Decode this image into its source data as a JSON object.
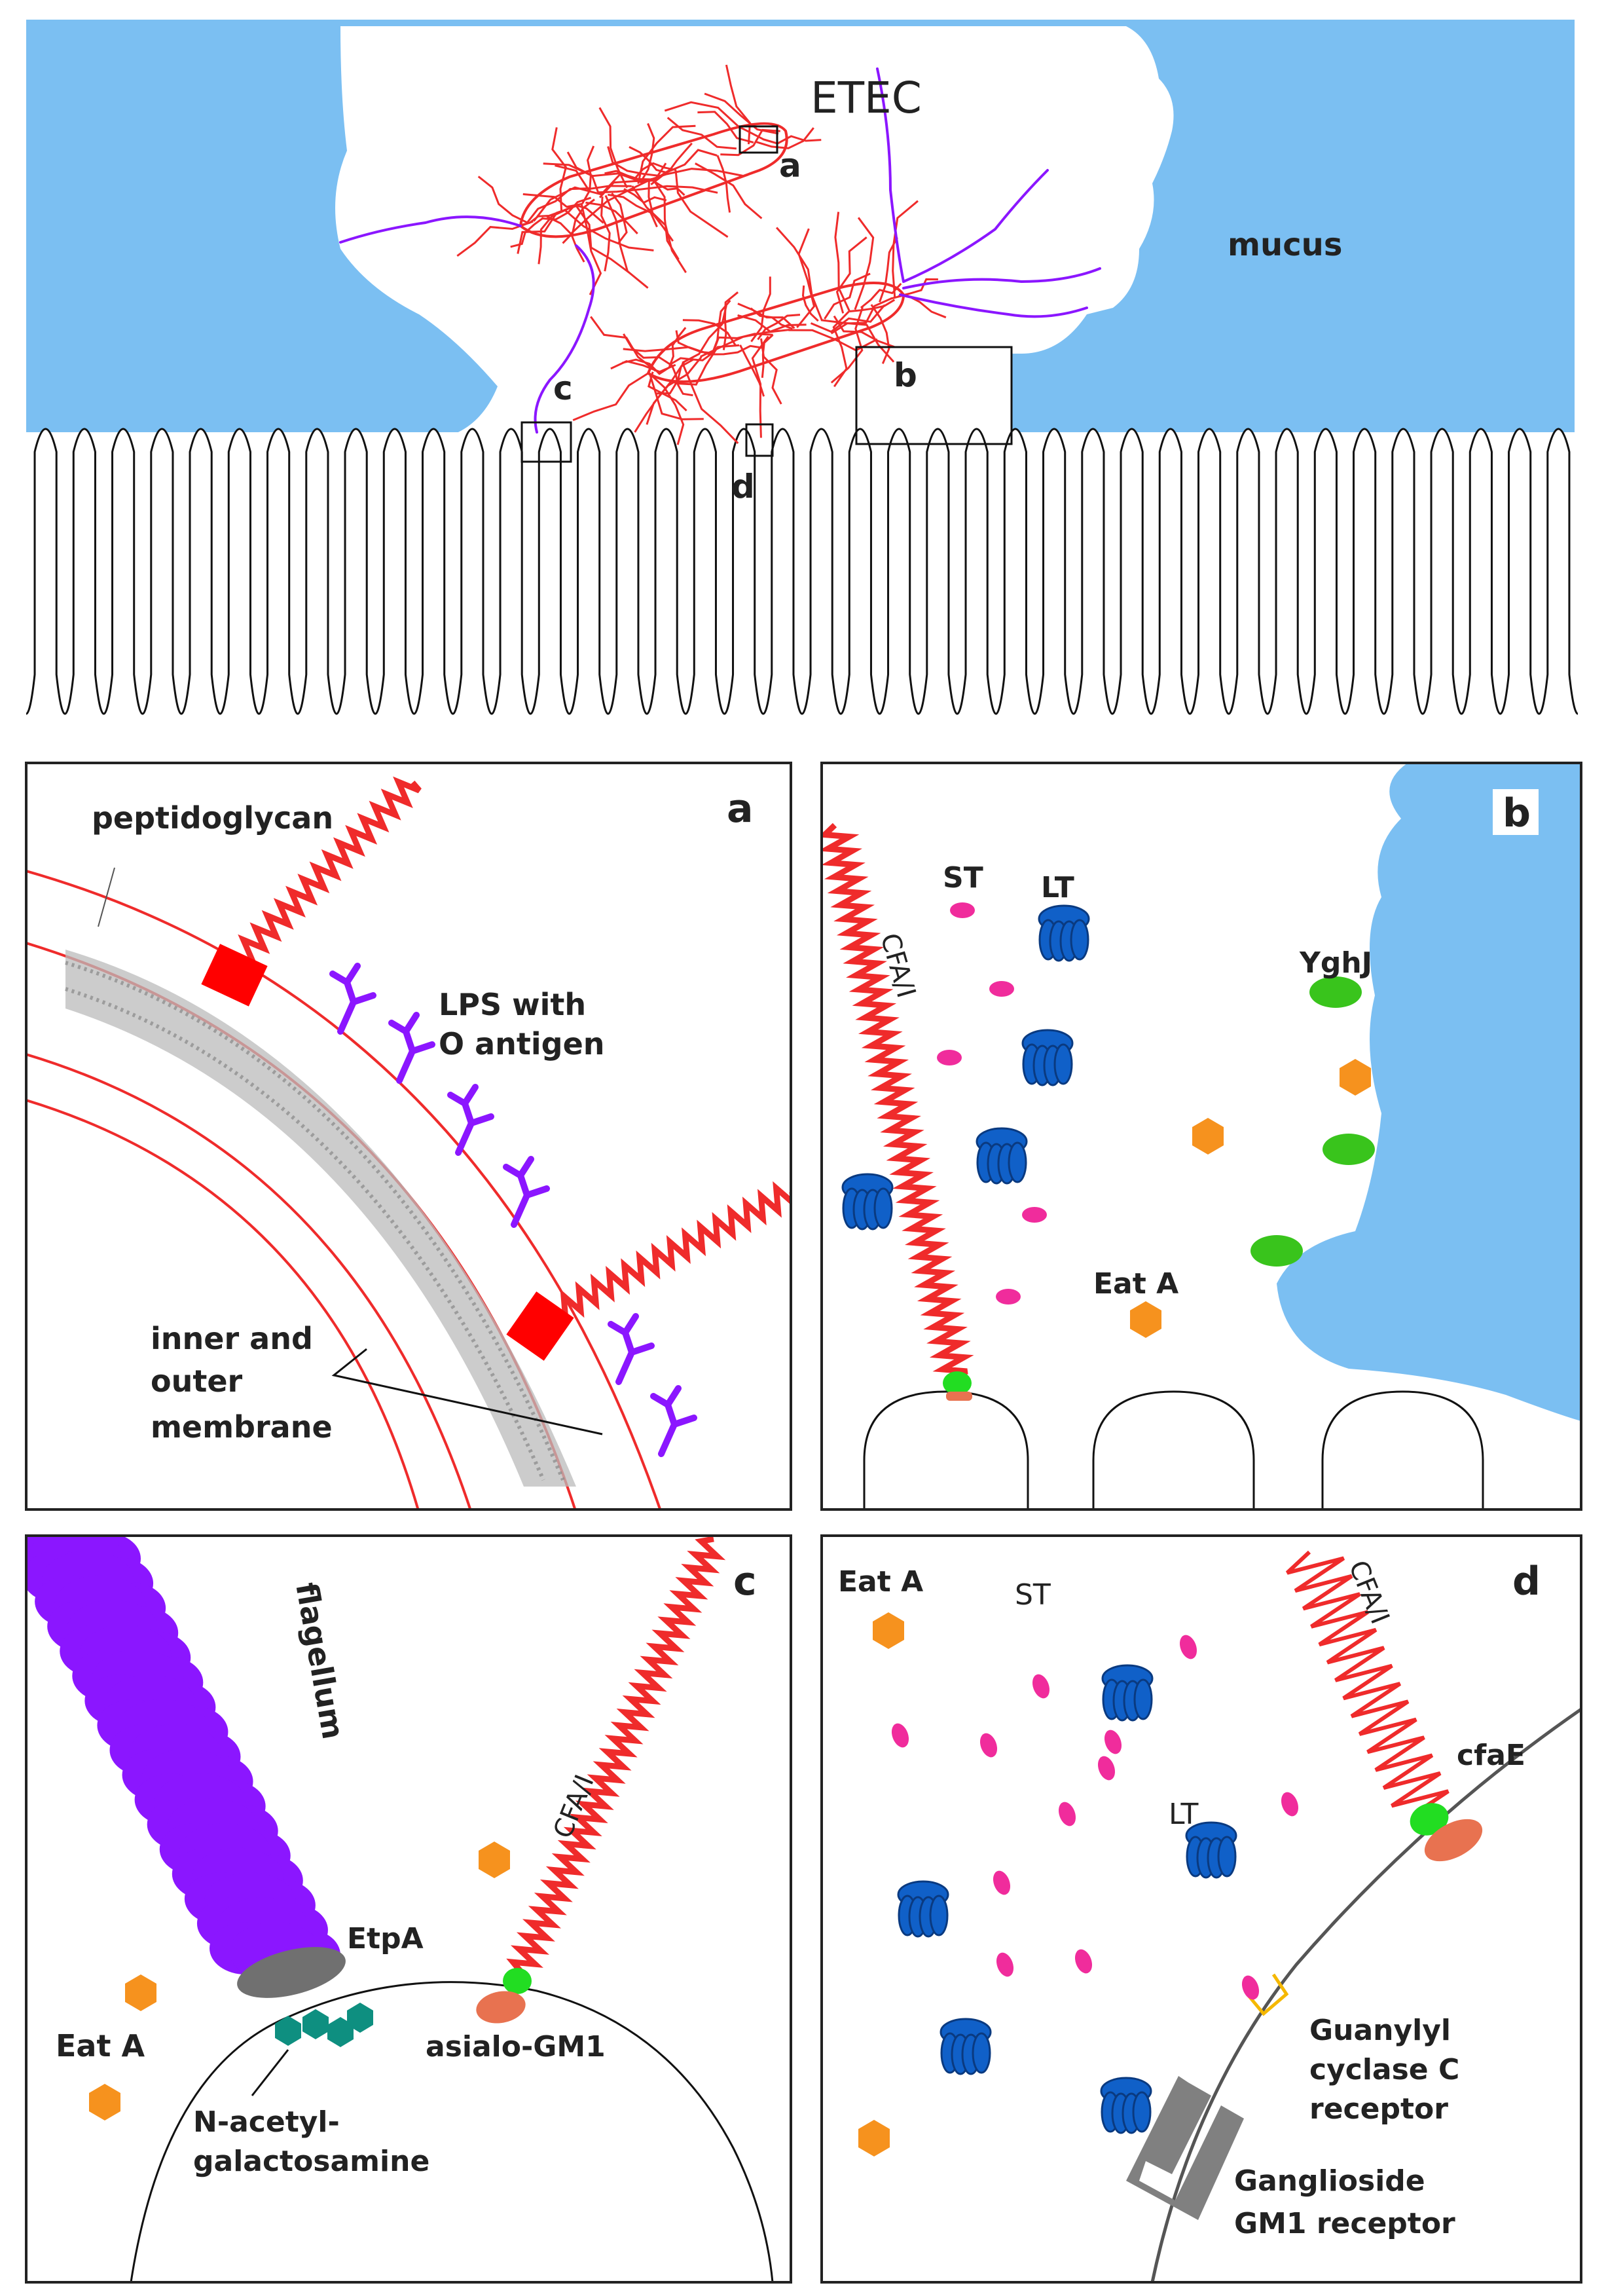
{
  "overview": {
    "etec_label": "ETEC",
    "mucus_label": "mucus",
    "inset_a": "a",
    "inset_b": "b",
    "inset_c": "c",
    "inset_d": "d"
  },
  "panel_a": {
    "letter": "a",
    "peptidoglycan": "peptidoglycan",
    "lps_line1": "LPS with",
    "lps_line2": "O antigen",
    "membrane_line1": "inner and",
    "membrane_line2": "outer",
    "membrane_line3": "membrane"
  },
  "panel_b": {
    "letter": "b",
    "cfa": "CFA/I",
    "st": "ST",
    "lt": "LT",
    "yghj": "YghJ",
    "eata": "Eat A"
  },
  "panel_c": {
    "letter": "c",
    "flagellum": "flagellum",
    "cfa": "CFA/I",
    "etpa": "EtpA",
    "eata": "Eat A",
    "asialo": "asialo-GM1",
    "nacetyl_line1": "N-acetyl-",
    "nacetyl_line2": "galactosamine"
  },
  "panel_d": {
    "letter": "d",
    "eata": "Eat A",
    "st": "ST",
    "cfa": "CFA/I",
    "cfae": "cfaE",
    "lt": "LT",
    "gcc_line1": "Guanylyl",
    "gcc_line2": "cyclase C",
    "gcc_line3": "receptor",
    "gm1_line1": "Ganglioside",
    "gm1_line2": "GM1 receptor"
  },
  "colors": {
    "mucus": "#7bbff2",
    "fimbriae": "#ef2b2b",
    "flagella": "#8b16ff",
    "lt_toxin": "#1060c8",
    "st_toxin": "#f02c9c",
    "eata": "#f6921e",
    "yghj": "#39c41c",
    "cfae_tip": "#22dd22",
    "receptor": "#e87250",
    "etpa": "#707070",
    "galnac": "#0e8f80",
    "gcc": "#f5b800",
    "gm1": "#808080"
  }
}
